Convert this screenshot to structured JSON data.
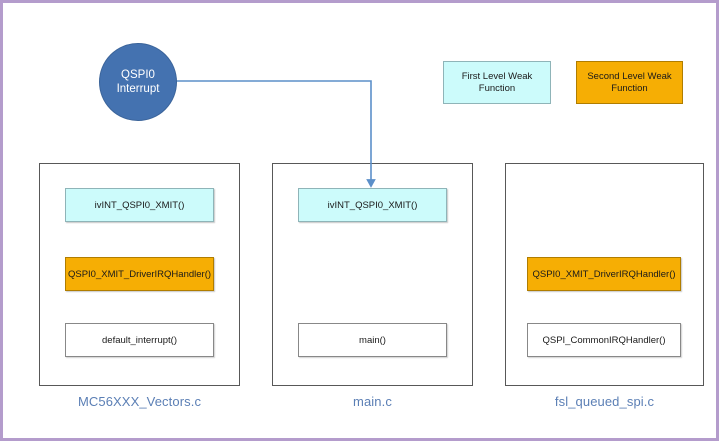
{
  "diagram": {
    "title_entity": "QSPI0 Interrupt",
    "colors": {
      "canvas_border": "#b49ccc",
      "circle_fill": "#4472b0",
      "first_level_fill": "#ccfbfb",
      "second_level_fill": "#f6ae04",
      "file_label_text": "#5b7fb5",
      "arrow_stroke": "#5b8fc9",
      "file_box_border": "#585858"
    },
    "interrupt_node": {
      "line1": "QSPI0",
      "line2": "Interrupt"
    },
    "legend": [
      {
        "id": "first-level-weak",
        "line1": "First Level Weak",
        "line2": "Function",
        "color": "#ccfbfb"
      },
      {
        "id": "second-level-weak",
        "line1": "Second Level Weak",
        "line2": "Function",
        "color": "#f6ae04"
      }
    ],
    "files": [
      {
        "id": "vectors",
        "label": "MC56XXX_Vectors.c",
        "functions": [
          {
            "id": "ivint-qspi0-xmit",
            "label": "ivINT_QSPI0_XMIT()",
            "style": "first-level-weak"
          },
          {
            "id": "qspi0-xmit-driverirqhandler",
            "label": "QSPI0_XMIT_DriverIRQHandler()",
            "style": "second-level-weak"
          },
          {
            "id": "default-interrupt",
            "label": "default_interrupt()",
            "style": "plain"
          }
        ]
      },
      {
        "id": "main",
        "label": "main.c",
        "functions": [
          {
            "id": "ivint-qspi0-xmit",
            "label": "ivINT_QSPI0_XMIT()",
            "style": "first-level-weak"
          },
          {
            "id": "main",
            "label": "main()",
            "style": "plain"
          }
        ]
      },
      {
        "id": "fsl-queued-spi",
        "label": "fsl_queued_spi.c",
        "functions": [
          {
            "id": "qspi0-xmit-driverirqhandler",
            "label": "QSPI0_XMIT_DriverIRQHandler()",
            "style": "second-level-weak"
          },
          {
            "id": "qspi-commonirqhandler",
            "label": "QSPI_CommonIRQHandler()",
            "style": "plain"
          }
        ]
      }
    ],
    "connector": {
      "id": "interrupt-to-main-ivint",
      "from": "QSPI0 Interrupt",
      "to": "main.c ivINT_QSPI0_XMIT()"
    }
  }
}
